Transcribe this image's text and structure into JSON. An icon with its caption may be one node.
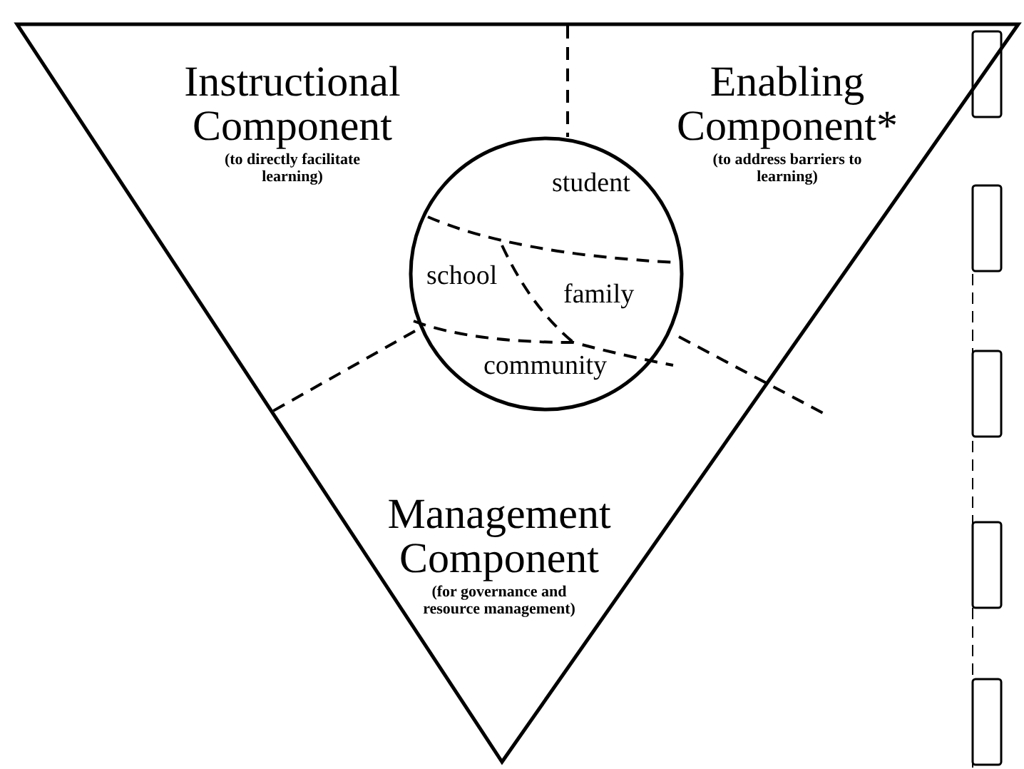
{
  "diagram": {
    "nodes": [
      {
        "text": [],
        "shape": "triangle"
      },
      {
        "text": [
          "Instructional Component",
          "(to directly facilitate learning)"
        ],
        "in": 0
      },
      {
        "text": [
          "Enabling Component*",
          "(to address barriers to learning)"
        ],
        "in": 0
      },
      {
        "text": [
          "Management Component",
          "(for governance and resource management)"
        ],
        "in": 0
      },
      {
        "text": [],
        "shape": "circle",
        "in": 0
      },
      {
        "text": [
          "student"
        ],
        "in": 4
      },
      {
        "text": [
          "school"
        ],
        "in": 4
      },
      {
        "text": [
          "family"
        ],
        "in": 4
      },
      {
        "text": [
          "community"
        ],
        "in": 4
      }
    ]
  }
}
